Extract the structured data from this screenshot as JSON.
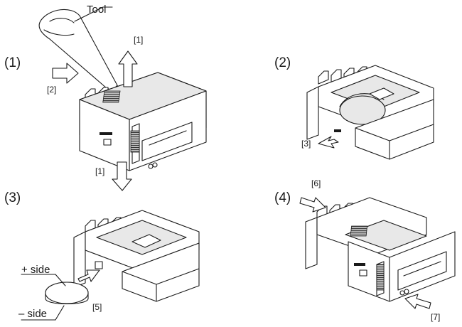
{
  "steps": {
    "step1": "(1)",
    "step2": "(2)",
    "step3": "(3)",
    "step4": "(4)"
  },
  "callouts": {
    "c1_top": "[1]",
    "c1_bottom": "[1]",
    "c2": "[2]",
    "c3": "[3]",
    "c5": "[5]",
    "c6": "[6]",
    "c7": "[7]"
  },
  "labels": {
    "tool": "Tool",
    "plus_side": "+ side",
    "minus_side": "– side"
  }
}
